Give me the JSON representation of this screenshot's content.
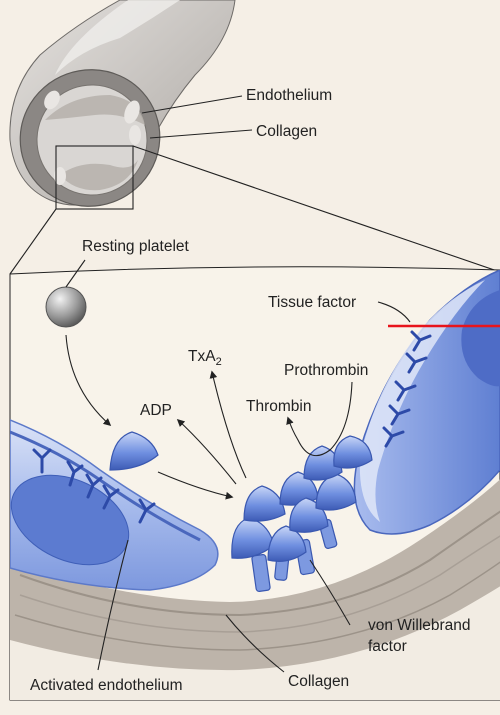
{
  "labels": {
    "endothelium": "Endothelium",
    "collagen_top": "Collagen",
    "resting_platelet": "Resting platelet",
    "tissue_factor": "Tissue factor",
    "txa_main": "TxA",
    "txa_sub": "2",
    "prothrombin": "Prothrombin",
    "adp": "ADP",
    "thrombin": "Thrombin",
    "vwf_line1": "von Willebrand",
    "vwf_line2": "factor",
    "activated_endothelium": "Activated endothelium",
    "collagen_bottom": "Collagen"
  },
  "colors": {
    "background": "#f5efe6",
    "endothelium_blue": "#7c9be0",
    "deep_blue": "#3f5fb8",
    "light_blue": "#c8d4f2",
    "collagen_gray": "#b9b1a8",
    "vessel_gray": "#c9c5c1",
    "annotation_red": "#e8141c"
  }
}
